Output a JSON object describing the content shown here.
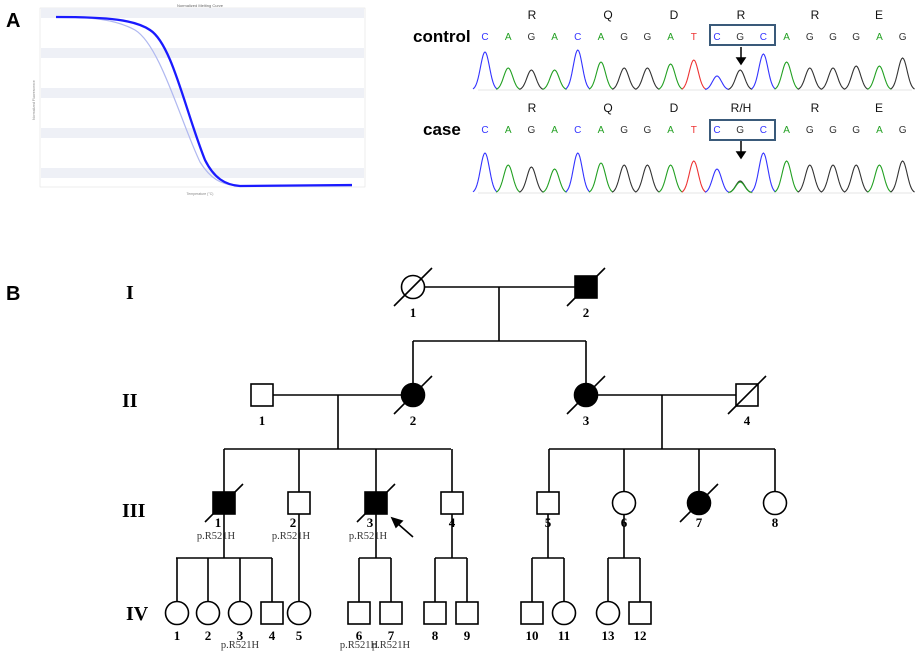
{
  "panels": {
    "a": "A",
    "b": "B"
  },
  "melting_curve": {
    "title": "Normalized Melting Curve",
    "xlabel": "Temperature (°C)",
    "ylabel": "Normalized Fluorescence",
    "grid": true,
    "series_colors": [
      "#1a1aff",
      "#b0b8f0"
    ]
  },
  "sequencing": {
    "bases": [
      "C",
      "A",
      "G",
      "A",
      "C",
      "A",
      "G",
      "G",
      "A",
      "T",
      "C",
      "G",
      "C",
      "A",
      "G",
      "G",
      "G",
      "A",
      "G"
    ],
    "base_colors": {
      "A": "#22a022",
      "C": "#3333ff",
      "G": "#333333",
      "T": "#ee3333"
    },
    "control": {
      "label": "control",
      "amino_acids": [
        "R",
        "Q",
        "D",
        "R",
        "R",
        "E"
      ]
    },
    "case": {
      "label": "case",
      "amino_acids": [
        "R",
        "Q",
        "D",
        "R/H",
        "R",
        "E"
      ]
    }
  },
  "pedigree": {
    "generations": [
      "I",
      "II",
      "III",
      "IV"
    ],
    "variant": "p.R521H",
    "individuals": [
      {
        "id": "I-1",
        "label": "1",
        "sex": "F",
        "affected": false,
        "deceased": true
      },
      {
        "id": "I-2",
        "label": "2",
        "sex": "M",
        "affected": true,
        "deceased": true
      },
      {
        "id": "II-1",
        "label": "1",
        "sex": "M",
        "affected": false,
        "deceased": false
      },
      {
        "id": "II-2",
        "label": "2",
        "sex": "F",
        "affected": true,
        "deceased": true
      },
      {
        "id": "II-3",
        "label": "3",
        "sex": "F",
        "affected": true,
        "deceased": true
      },
      {
        "id": "II-4",
        "label": "4",
        "sex": "M",
        "affected": false,
        "deceased": true
      },
      {
        "id": "III-1",
        "label": "1",
        "sex": "M",
        "affected": true,
        "deceased": true,
        "variant": "p.R521H"
      },
      {
        "id": "III-2",
        "label": "2",
        "sex": "M",
        "affected": false,
        "deceased": false,
        "variant": "p.R521H"
      },
      {
        "id": "III-3",
        "label": "3",
        "sex": "M",
        "affected": true,
        "deceased": true,
        "variant": "p.R521H",
        "proband": true
      },
      {
        "id": "III-4",
        "label": "4",
        "sex": "M",
        "affected": false,
        "deceased": false
      },
      {
        "id": "III-5",
        "label": "5",
        "sex": "M",
        "affected": false,
        "deceased": false
      },
      {
        "id": "III-6",
        "label": "6",
        "sex": "F",
        "affected": false,
        "deceased": false
      },
      {
        "id": "III-7",
        "label": "7",
        "sex": "F",
        "affected": true,
        "deceased": true
      },
      {
        "id": "III-8",
        "label": "8",
        "sex": "F",
        "affected": false,
        "deceased": false
      },
      {
        "id": "IV-1",
        "label": "1",
        "sex": "F",
        "affected": false,
        "deceased": false
      },
      {
        "id": "IV-2",
        "label": "2",
        "sex": "F",
        "affected": false,
        "deceased": false
      },
      {
        "id": "IV-3",
        "label": "3",
        "sex": "F",
        "affected": false,
        "deceased": false,
        "variant": "p.R521H"
      },
      {
        "id": "IV-4",
        "label": "4",
        "sex": "M",
        "affected": false,
        "deceased": false
      },
      {
        "id": "IV-5",
        "label": "5",
        "sex": "F",
        "affected": false,
        "deceased": false
      },
      {
        "id": "IV-6",
        "label": "6",
        "sex": "M",
        "affected": false,
        "deceased": false,
        "variant": "p.R521H"
      },
      {
        "id": "IV-7",
        "label": "7",
        "sex": "M",
        "affected": false,
        "deceased": false,
        "variant": "p.R521H"
      },
      {
        "id": "IV-8",
        "label": "8",
        "sex": "M",
        "affected": false,
        "deceased": false
      },
      {
        "id": "IV-9",
        "label": "9",
        "sex": "M",
        "affected": false,
        "deceased": false
      },
      {
        "id": "IV-10",
        "label": "10",
        "sex": "M",
        "affected": false,
        "deceased": false
      },
      {
        "id": "IV-11",
        "label": "11",
        "sex": "F",
        "affected": false,
        "deceased": false
      },
      {
        "id": "IV-13",
        "label": "13",
        "sex": "F",
        "affected": false,
        "deceased": false
      },
      {
        "id": "IV-12",
        "label": "12",
        "sex": "M",
        "affected": false,
        "deceased": false
      }
    ]
  }
}
